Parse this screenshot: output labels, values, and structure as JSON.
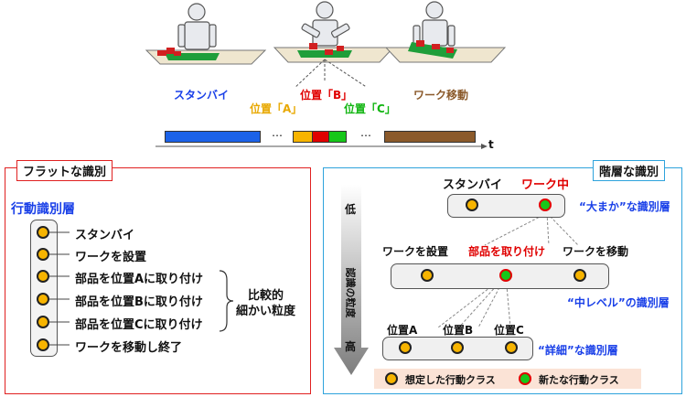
{
  "top": {
    "labels": {
      "standby": "スタンバイ",
      "pos_a": "位置「A」",
      "pos_b": "位置「B」",
      "pos_c": "位置「C」",
      "move": "ワーク移動"
    },
    "timeline": {
      "ellipsis1": "…",
      "ellipsis2": "…",
      "axis": "t"
    }
  },
  "flat": {
    "title": "フラットな識別",
    "layer_title": "行動識別層",
    "items": [
      "スタンバイ",
      "ワークを設置",
      "部品を位置Aに取り付け",
      "部品を位置Bに取り付け",
      "部品を位置Cに取り付け",
      "ワークを移動し終了"
    ],
    "bracket_label_1": "比較的",
    "bracket_label_2": "細かい粒度"
  },
  "hier": {
    "title": "階層な識別",
    "axis_low": "低",
    "axis_label": "認識の粒度",
    "axis_high": "高",
    "top_standby": "スタンバイ",
    "top_work": "ワーク中",
    "top_layer": "“大まか”な識別層",
    "mid_place": "ワークを設置",
    "mid_attach": "部品を取り付け",
    "mid_move": "ワークを移動",
    "mid_layer": "“中レベル”の識別層",
    "low_a": "位置A",
    "low_b": "位置B",
    "low_c": "位置C",
    "low_layer": "“詳細”な識別層",
    "legend_assumed": "想定した行動クラス",
    "legend_new": "新たな行動クラス"
  },
  "colors": {
    "blue": "#1a40e8",
    "red": "#e00000",
    "green": "#11b511",
    "orange": "#f7b400",
    "brown": "#8b5a2b",
    "flat_border": "#e02020",
    "hier_border": "#2ea3dc"
  }
}
